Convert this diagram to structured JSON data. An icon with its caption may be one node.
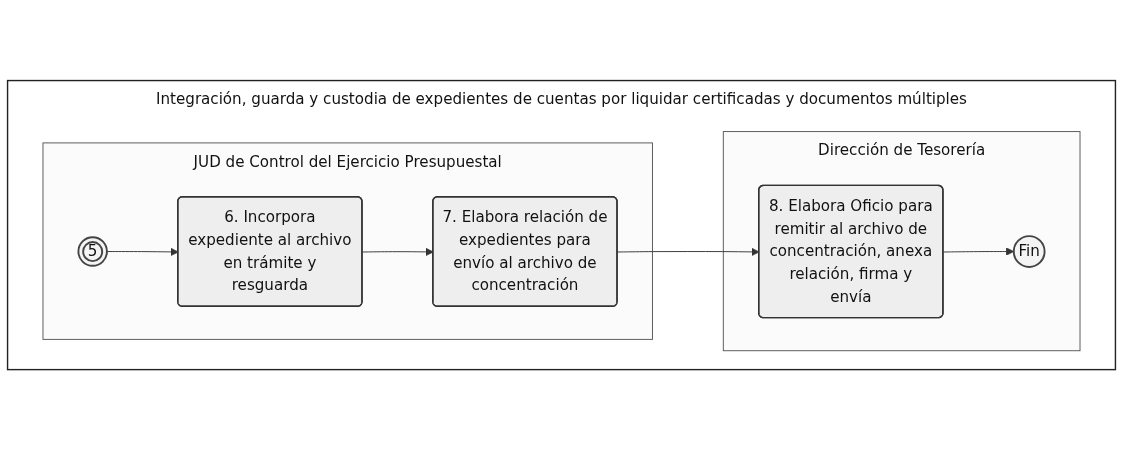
{
  "diagram": {
    "nodes": [
      {
        "text": [
          "Integración, guarda y custodia de expedientes de cuentas por liquidar certificadas y documentos múltiples"
        ]
      },
      {
        "text": [
          "JUD de Control del Ejercicio Presupuestal"
        ],
        "in": 0
      },
      {
        "text": [
          "Dirección de Tesorería"
        ],
        "in": 0
      },
      {
        "text": [
          "5"
        ],
        "in": 1
      },
      {
        "text": [
          "6. Incorpora expediente al archivo en trámite y resguarda"
        ],
        "in": 1
      },
      {
        "text": [
          "7. Elabora relación de expedientes para envío al archivo de concentración"
        ],
        "in": 1
      },
      {
        "text": [
          "8. Elabora Oficio para remitir al archivo de concentración, anexa relación, firma y envía"
        ],
        "in": 2
      },
      {
        "text": [
          "Fin"
        ],
        "in": 2
      }
    ],
    "edges": [
      {
        "from": 3,
        "to": 4,
        "arrow": "to"
      },
      {
        "from": 4,
        "to": 5,
        "arrow": "to"
      },
      {
        "from": 5,
        "to": 6,
        "arrow": "to"
      },
      {
        "from": 6,
        "to": 7,
        "arrow": "to"
      }
    ]
  }
}
